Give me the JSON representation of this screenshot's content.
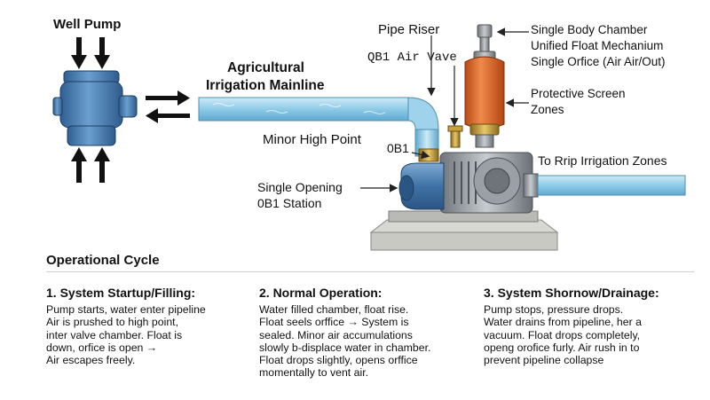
{
  "labels": {
    "well_pump": "Well Pump",
    "mainline_1": "Agricultural",
    "mainline_2": "Irrigation Mainline",
    "pipe_riser": "Pipe Riser",
    "qb1_valve": "QB1 Air Vave",
    "chamber_1": "Single Body Chamber",
    "chamber_2": "Unified Float Mechanium",
    "chamber_3": "Single Orfice (Air Air/Out)",
    "screen_1": "Protective Screen",
    "screen_2": "Zones",
    "minor_high_point": "Minor High Point",
    "ob1": "0B1",
    "drip_zones": "To Rrip Irrigation Zones",
    "opening_1": "Single Opening",
    "opening_2": "0B1 Station"
  },
  "cycle_title": "Operational Cycle",
  "columns": [
    {
      "title": "1. System Startup/Filling:",
      "lines": [
        "Pump starts, water enter pipeline",
        "Air is prushed to high point,",
        "inter valve chamber. Float is",
        "down, orfice is open →",
        "Air escapes freely."
      ]
    },
    {
      "title": "2. Normal Operation:",
      "lines": [
        "Water filled chamber, float rise.",
        "Float seels orffice → System is",
        "sealed. Minor air accumulations",
        "slowly b-displace water in chamber.",
        "Float drops slightly, opens orffice",
        "momentally to vent air."
      ]
    },
    {
      "title": "3. System Shornow/Drainage:",
      "lines": [
        "Pump stops, pressure drops.",
        "Water drains from pipeline, her a",
        "vacuum. Float drops completely,",
        "openg orofice furly. Air rush in to",
        "prevent  pipeline collapse"
      ]
    }
  ],
  "colors": {
    "pump_blue": "#4a7fb5",
    "pipe_blue": "#8fcbe8",
    "chamber_orange": "#e06a2c",
    "brass": "#c9a23a",
    "machine_gray": "#8e949a",
    "base_gray": "#c9c9c4"
  }
}
